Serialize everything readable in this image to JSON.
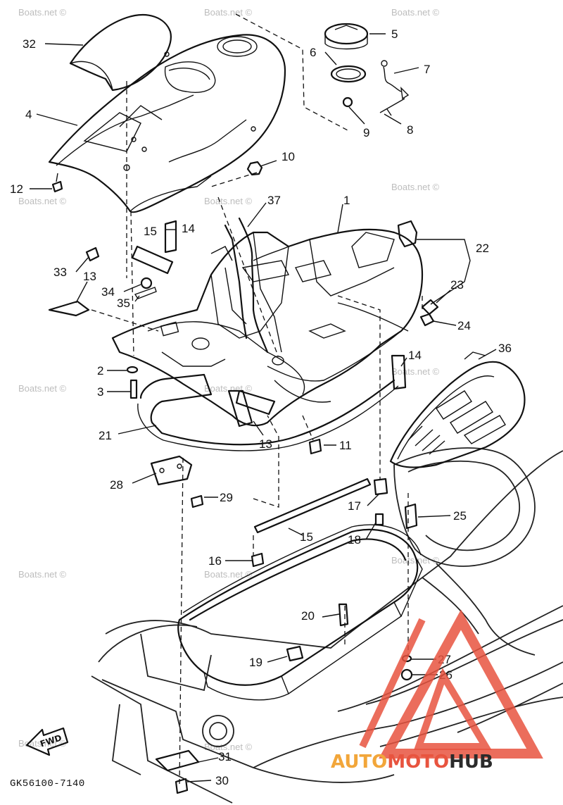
{
  "diagram_code": "GK56100-7140",
  "watermark_text": "Boats.net ©",
  "fwd_label": "FWD",
  "logo": {
    "text_part_1": "AUTO",
    "text_part_2": "MOTO",
    "text_part_3": "HUB",
    "color_primary": "#e8543f",
    "color_secondary": "#f2a63a",
    "color_dark": "#2b2b2b"
  },
  "callouts": [
    {
      "id": "c32",
      "label": "32"
    },
    {
      "id": "c5",
      "label": "5"
    },
    {
      "id": "c6",
      "label": "6"
    },
    {
      "id": "c7",
      "label": "7"
    },
    {
      "id": "c4",
      "label": "4"
    },
    {
      "id": "c9",
      "label": "9"
    },
    {
      "id": "c8",
      "label": "8"
    },
    {
      "id": "c10",
      "label": "10"
    },
    {
      "id": "c12",
      "label": "12"
    },
    {
      "id": "c37",
      "label": "37"
    },
    {
      "id": "c1",
      "label": "1"
    },
    {
      "id": "c15a",
      "label": "15"
    },
    {
      "id": "c14a",
      "label": "14"
    },
    {
      "id": "c22",
      "label": "22"
    },
    {
      "id": "c33",
      "label": "33"
    },
    {
      "id": "c13a",
      "label": "13"
    },
    {
      "id": "c34",
      "label": "34"
    },
    {
      "id": "c35",
      "label": "35"
    },
    {
      "id": "c23",
      "label": "23"
    },
    {
      "id": "c24",
      "label": "24"
    },
    {
      "id": "c36",
      "label": "36"
    },
    {
      "id": "c14b",
      "label": "14"
    },
    {
      "id": "c2",
      "label": "2"
    },
    {
      "id": "c3",
      "label": "3"
    },
    {
      "id": "c21",
      "label": "21"
    },
    {
      "id": "c13b",
      "label": "13"
    },
    {
      "id": "c11",
      "label": "11"
    },
    {
      "id": "c28",
      "label": "28"
    },
    {
      "id": "c29",
      "label": "29"
    },
    {
      "id": "c17",
      "label": "17"
    },
    {
      "id": "c25",
      "label": "25"
    },
    {
      "id": "c15b",
      "label": "15"
    },
    {
      "id": "c18",
      "label": "18"
    },
    {
      "id": "c16",
      "label": "16"
    },
    {
      "id": "c20",
      "label": "20"
    },
    {
      "id": "c19",
      "label": "19"
    },
    {
      "id": "c27",
      "label": "27"
    },
    {
      "id": "c26",
      "label": "26"
    },
    {
      "id": "c31",
      "label": "31"
    },
    {
      "id": "c30",
      "label": "30"
    }
  ]
}
